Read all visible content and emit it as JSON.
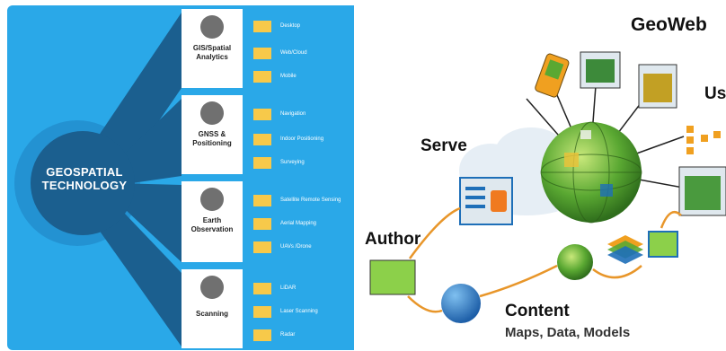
{
  "left_panel": {
    "hub_title": "GEOSPATIAL TECHNOLOGY",
    "categories": [
      {
        "title": "GIS/Spatial Analytics",
        "items": [
          "Desktop",
          "Web/Cloud",
          "Mobile"
        ]
      },
      {
        "title": "GNSS & Positioning",
        "items": [
          "Navigation",
          "Indoor Positioning",
          "Surveying"
        ]
      },
      {
        "title": "Earth Observation",
        "items": [
          "Satellite Remote Sensing",
          "Aerial Mapping",
          "UAVs /Drone"
        ]
      },
      {
        "title": "Scanning",
        "items": [
          "LiDAR",
          "Laser Scanning",
          "Radar"
        ]
      }
    ]
  },
  "right_panel": {
    "title": "GeoWeb",
    "labels": {
      "use": "Use",
      "serve": "Serve",
      "author": "Author",
      "content": "Content",
      "content_sub": "Maps, Data, Models"
    }
  },
  "colors": {
    "left_bg": "#2aa8e8",
    "hub_dark": "#1b5f8f",
    "card_bg": "#ffffff",
    "item_box": "#f7c94a",
    "arrow_orange": "#e8962a",
    "globe_green": "#5aa832",
    "globe_blue": "#1e6fb8"
  }
}
